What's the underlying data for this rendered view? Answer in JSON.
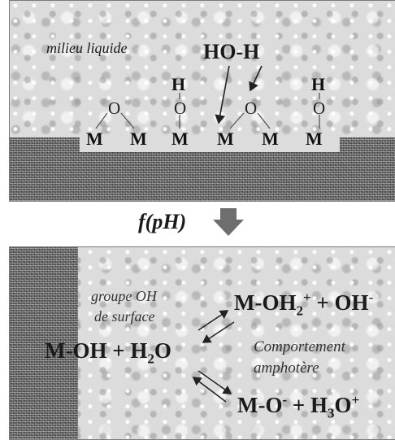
{
  "top": {
    "medium_label": "milieu liquide",
    "water_label": "HO-H",
    "metal_atoms": [
      "M",
      "M",
      "M",
      "M",
      "M",
      "M"
    ],
    "oxygen_atoms": [
      "O",
      "O",
      "O",
      "O"
    ],
    "hydrogen_atoms": [
      "H",
      "H"
    ]
  },
  "transition": {
    "label": "f(pH)"
  },
  "bottom": {
    "surface_group_line1": "groupe OH",
    "surface_group_line2": "de surface",
    "reactant_mo": "M-OH",
    "plus": "+",
    "reactant_h": "H",
    "subscript_2": "2",
    "reactant_o": "O",
    "protonated_m": "M-OH",
    "protonated_charge": "+",
    "hydroxide": "+ OH",
    "hydroxide_charge": "-",
    "amphoteric_line1": "Comportement",
    "amphoteric_line2": "amphotère",
    "deprotonated_m": "M-O",
    "deprotonated_charge": "-",
    "hydronium_plus": "+ H",
    "hydronium_sub": "3",
    "hydronium_o": "O",
    "hydronium_charge": "+"
  }
}
